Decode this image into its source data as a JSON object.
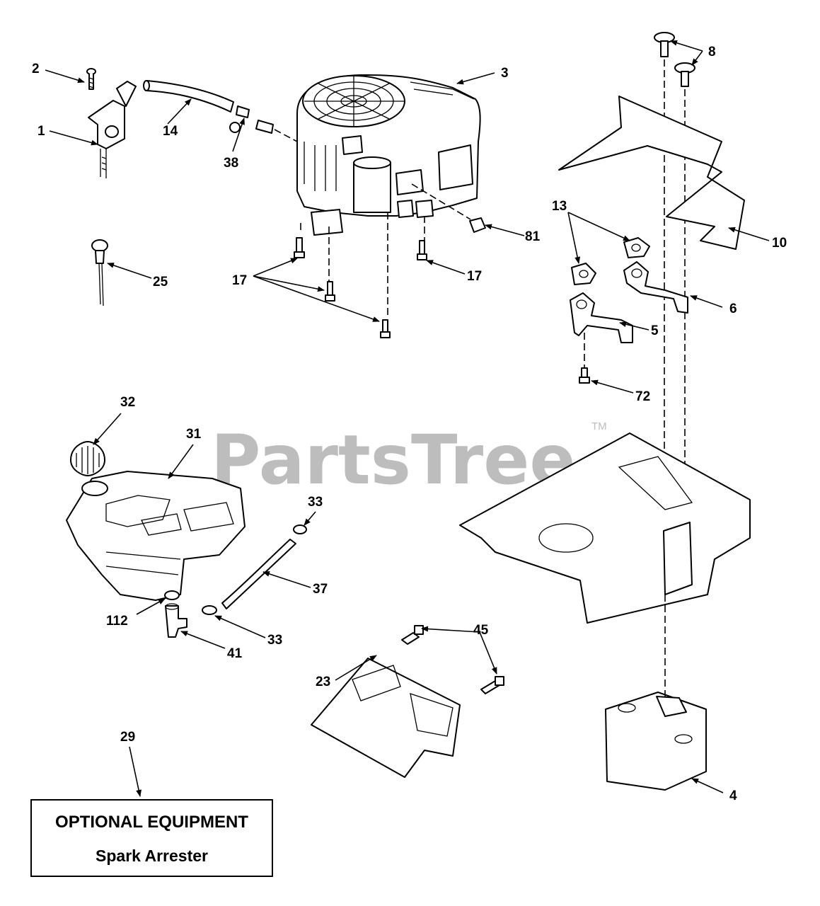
{
  "watermark": {
    "text": "PartsTree",
    "trademark": "TM"
  },
  "callouts": [
    "1",
    "2",
    "3",
    "4",
    "5",
    "6",
    "8",
    "10",
    "13",
    "14",
    "17",
    "17",
    "23",
    "25",
    "29",
    "31",
    "32",
    "33",
    "33",
    "37",
    "38",
    "41",
    "45",
    "72",
    "81",
    "112"
  ],
  "optional_box": {
    "title": "OPTIONAL EQUIPMENT",
    "subtitle": "Spark Arrester"
  }
}
